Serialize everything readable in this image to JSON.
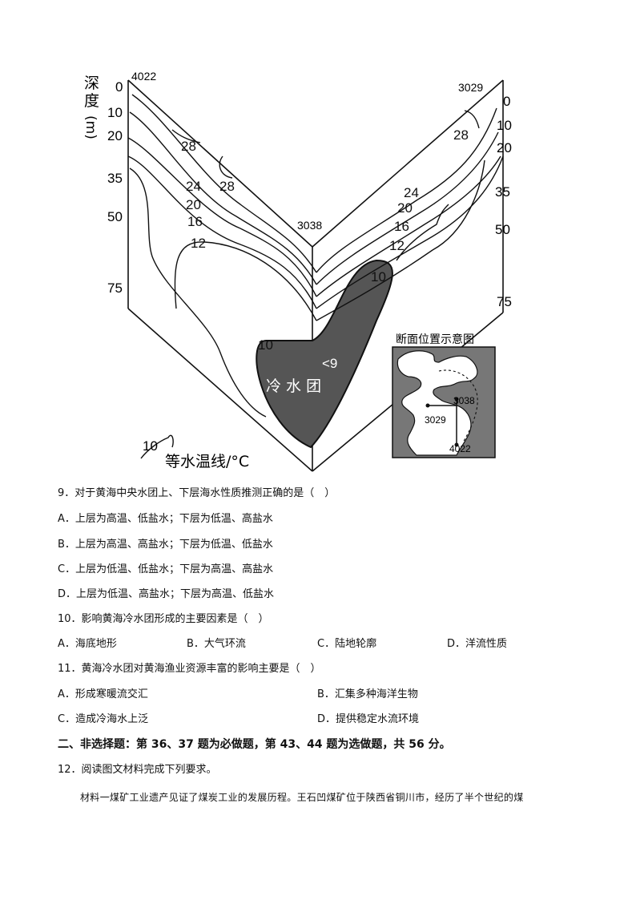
{
  "figure": {
    "station_left": "4022",
    "station_right": "3029",
    "station_center": "3038",
    "depth_title": "深度（m）",
    "depth_left": [
      "0",
      "10",
      "20",
      "35",
      "50",
      "75"
    ],
    "depth_right": [
      "0",
      "10",
      "20",
      "35",
      "50",
      "75"
    ],
    "isotherm_labels": {
      "t28a": "28",
      "t28b": "28",
      "t28c": "28",
      "t24a": "24",
      "t20a": "20",
      "t16a": "16",
      "t12a": "12",
      "t24b": "24",
      "t20b": "20",
      "t16b": "16",
      "t12b": "12",
      "t10a": "10",
      "t10b": "10",
      "t9": "<9"
    },
    "cold_mass_label": "冷 水 团",
    "legend_value": "10",
    "legend_text": "等水温线/°C",
    "inset": {
      "title": "断面位置示意图",
      "s3038": "3038",
      "s3029": "3029",
      "s4022": "4022"
    },
    "colors": {
      "cold_mass": "#555555",
      "inset_bg": "#777777",
      "inset_land": "#ffffff"
    }
  },
  "questions": {
    "q9": {
      "stem": "9．对于黄海中央水团上、下层海水性质推测正确的是（　）",
      "A": "A．上层为高温、低盐水；下层为低温、高盐水",
      "B": "B．上层为高温、高盐水；下层为低温、低盐水",
      "C": "C．上层为低温、低盐水；下层为高温、高盐水",
      "D": "D．上层为低温、高盐水；下层为高温、低盐水"
    },
    "q10": {
      "stem": "10．影响黄海冷水团形成的主要因素是（　）",
      "A": "A．海底地形",
      "B": "B．大气环流",
      "C": "C．陆地轮廓",
      "D": "D．洋流性质"
    },
    "q11": {
      "stem": "11．黄海冷水团对黄海渔业资源丰富的影响主要是（　）",
      "A": "A．形成寒暖流交汇",
      "B": "B．汇集多种海洋生物",
      "C": "C．造成冷海水上泛",
      "D": "D．提供稳定水流环境"
    },
    "section2": "二、非选择题：第 36、37 题为必做题，第 43、44 题为选做题，共 56 分。",
    "q12_stem": "12．阅读图文材料完成下列要求。",
    "material1": "材料一煤矿工业遗产见证了煤炭工业的发展历程。王石凹煤矿位于陕西省铜川市，经历了半个世纪的煤"
  }
}
